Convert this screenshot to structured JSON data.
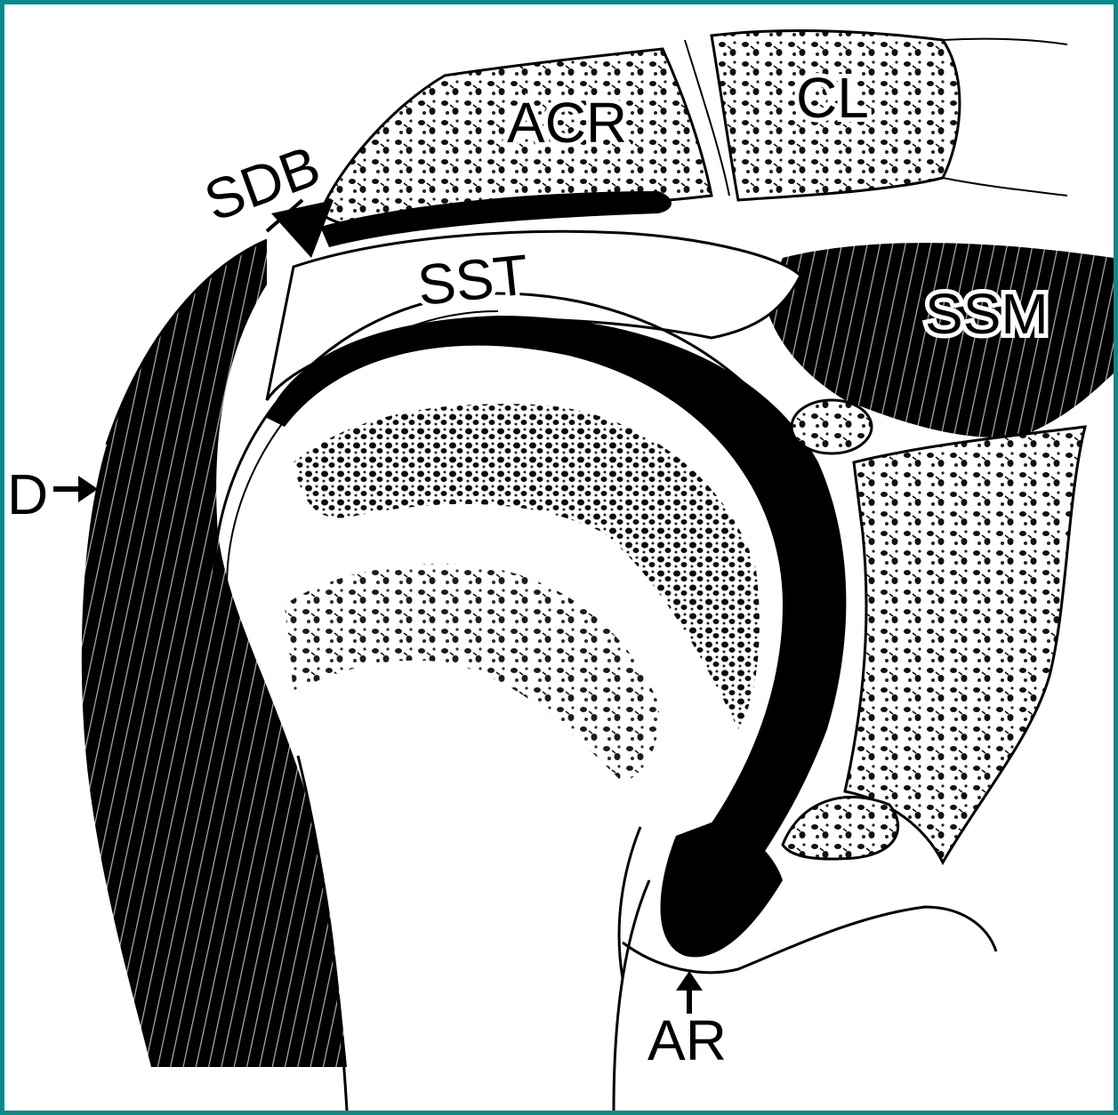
{
  "figure": {
    "frame_color": "#0a8a8a",
    "labels": {
      "acr": "ACR",
      "cl": "CL",
      "sdb": "SDB",
      "sst": "SST",
      "ssm": "SSM",
      "d": "D",
      "ar": "AR"
    }
  }
}
